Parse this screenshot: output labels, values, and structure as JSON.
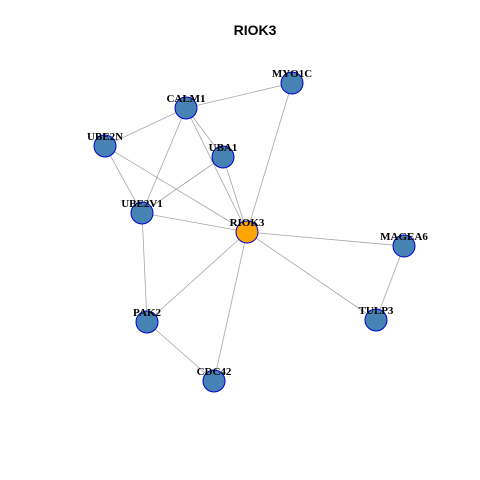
{
  "title": "RIOK3",
  "colors": {
    "center_fill": "#FFA500",
    "node_fill": "#4682B4",
    "node_stroke": "#0000CD",
    "edge": "#A6A6A6"
  },
  "nodes": [
    {
      "id": "MYO1C",
      "label": "MYO1C",
      "center": false
    },
    {
      "id": "CALM1",
      "label": "CALM1",
      "center": false
    },
    {
      "id": "UBE2N",
      "label": "UBE2N",
      "center": false
    },
    {
      "id": "UBA1",
      "label": "UBA1",
      "center": false
    },
    {
      "id": "UBE2V1",
      "label": "UBE2V1",
      "center": false
    },
    {
      "id": "RIOK3",
      "label": "RIOK3",
      "center": true
    },
    {
      "id": "MAGEA6",
      "label": "MAGEA6",
      "center": false
    },
    {
      "id": "PAK2",
      "label": "PAK2",
      "center": false
    },
    {
      "id": "TULP3",
      "label": "TULP3",
      "center": false
    },
    {
      "id": "CDC42",
      "label": "CDC42",
      "center": false
    }
  ],
  "edges": [
    [
      "CALM1",
      "MYO1C"
    ],
    [
      "CALM1",
      "UBE2N"
    ],
    [
      "CALM1",
      "UBA1"
    ],
    [
      "CALM1",
      "UBE2V1"
    ],
    [
      "CALM1",
      "RIOK3"
    ],
    [
      "MYO1C",
      "RIOK3"
    ],
    [
      "UBE2N",
      "UBE2V1"
    ],
    [
      "UBE2N",
      "RIOK3"
    ],
    [
      "UBA1",
      "UBE2V1"
    ],
    [
      "UBA1",
      "RIOK3"
    ],
    [
      "UBE2V1",
      "RIOK3"
    ],
    [
      "UBE2V1",
      "PAK2"
    ],
    [
      "RIOK3",
      "MAGEA6"
    ],
    [
      "RIOK3",
      "TULP3"
    ],
    [
      "RIOK3",
      "PAK2"
    ],
    [
      "RIOK3",
      "CDC42"
    ],
    [
      "MAGEA6",
      "TULP3"
    ],
    [
      "PAK2",
      "CDC42"
    ]
  ]
}
